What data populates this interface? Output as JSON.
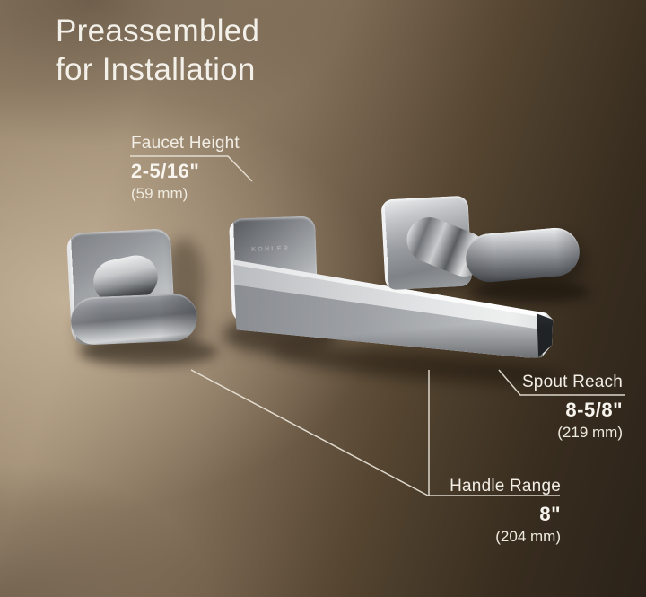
{
  "image": {
    "title_line1": "Preassembled",
    "title_line2": "for Installation"
  },
  "annotations": {
    "faucet_height": {
      "label": "Faucet Height",
      "value": "2-5/16\"",
      "metric": "(59 mm)"
    },
    "spout_reach": {
      "label": "Spout Reach",
      "value": "8-5/8\"",
      "metric": "(219 mm)"
    },
    "handle_range": {
      "label": "Handle Range",
      "value": "8\"",
      "metric": "(204 mm)"
    }
  },
  "watermark": {
    "brand": "KOHLER"
  },
  "colors": {
    "wall_light": "#a18e75",
    "wall_dark": "#2b2219",
    "chrome_light": "#eef0f0",
    "chrome_dark": "#2f3234",
    "annotation_text": "#f2eee6",
    "leader_line": "#e9e4d8"
  }
}
